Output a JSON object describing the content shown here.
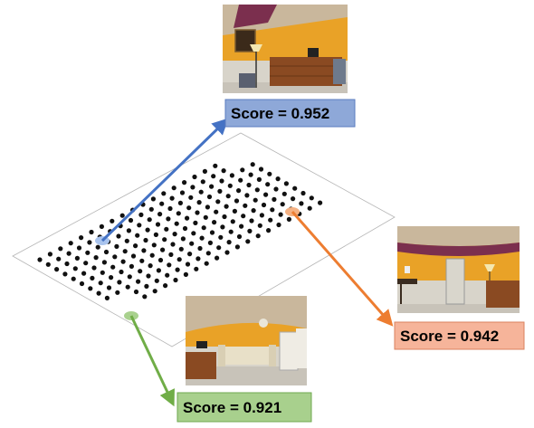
{
  "scores": [
    {
      "id": "blue",
      "label": "Score = 0.952",
      "box_color": "#8ea8d8",
      "border_color": "#5a7bbf",
      "arrow_color": "#4472c4",
      "marker_color": "#a9c4ee"
    },
    {
      "id": "orange",
      "label": "Score = 0.942",
      "box_color": "#f6b49a",
      "border_color": "#d9825f",
      "arrow_color": "#ed7d31",
      "marker_color": "#f4b183"
    },
    {
      "id": "green",
      "label": "Score = 0.921",
      "box_color": "#a8d08d",
      "border_color": "#6fa84f",
      "arrow_color": "#70ad47",
      "marker_color": "#a9d18e"
    }
  ],
  "colors": {
    "grid_dot": "#111111",
    "plane_outline": "#b5b5b5",
    "wall_orange": "#e9a227",
    "wainscot": "#d8d4ca",
    "ceiling_wood": "#c9b79c",
    "ceiling_purple": "#7b2f4e",
    "floor": "#c8c3b9",
    "furniture_wood": "#8a4a22"
  }
}
